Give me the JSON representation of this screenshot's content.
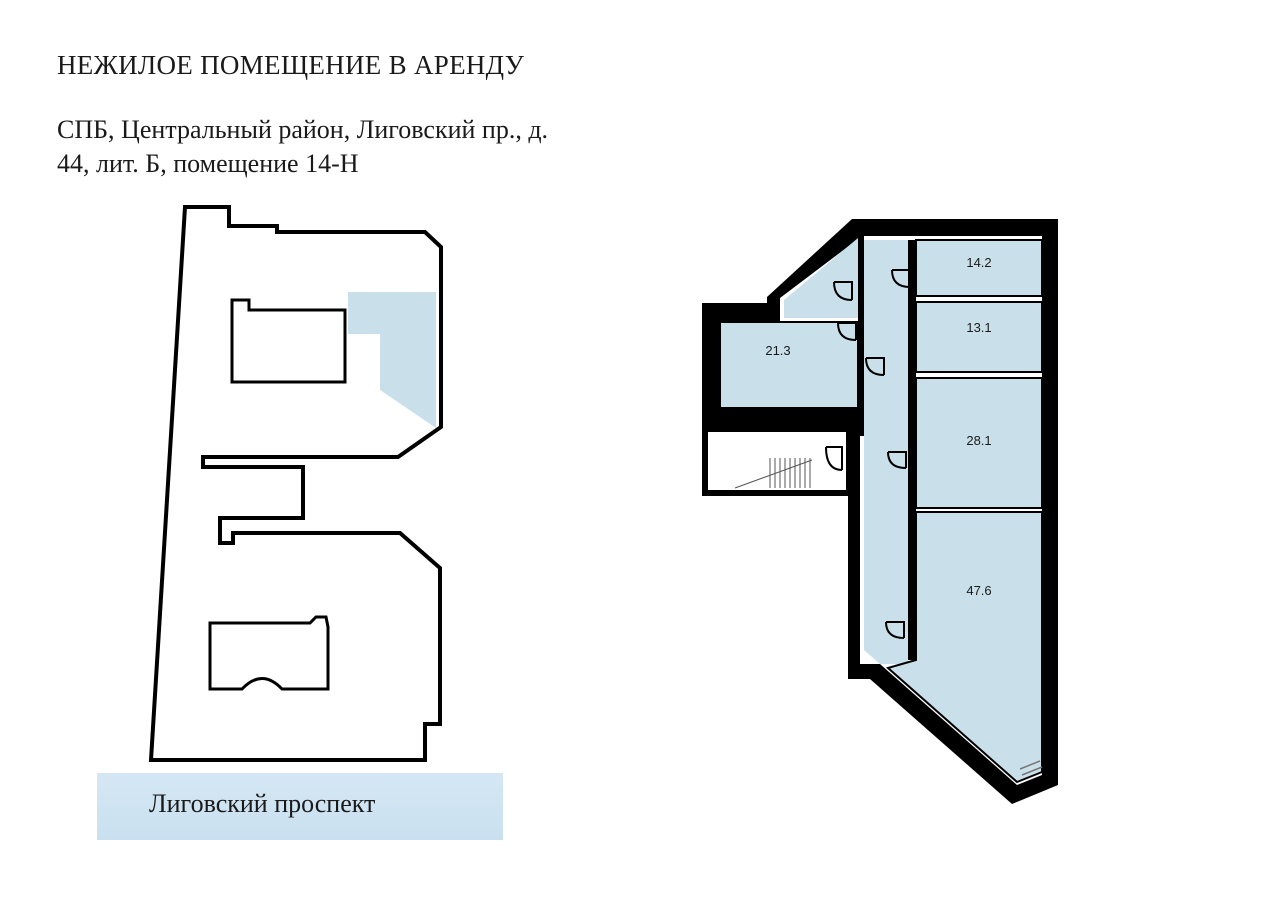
{
  "header": {
    "title": "НЕЖИЛОЕ ПОМЕЩЕНИЕ В АРЕНДУ",
    "address_line1": "СПБ, Центральный район, Лиговский пр., д.",
    "address_line2": "44, лит. Б, помещение 14-Н"
  },
  "site_plan": {
    "street_label": "Лиговский проспект",
    "highlight_color": "#c9e0ea"
  },
  "floor_plan": {
    "room_fill": "#c9e0ea",
    "wall_color": "#000000",
    "rooms": [
      {
        "id": "room-14-2",
        "area": "14.2"
      },
      {
        "id": "room-13-1",
        "area": "13.1"
      },
      {
        "id": "room-21-3",
        "area": "21.3"
      },
      {
        "id": "room-28-1",
        "area": "28.1"
      },
      {
        "id": "room-47-6",
        "area": "47.6"
      }
    ]
  }
}
